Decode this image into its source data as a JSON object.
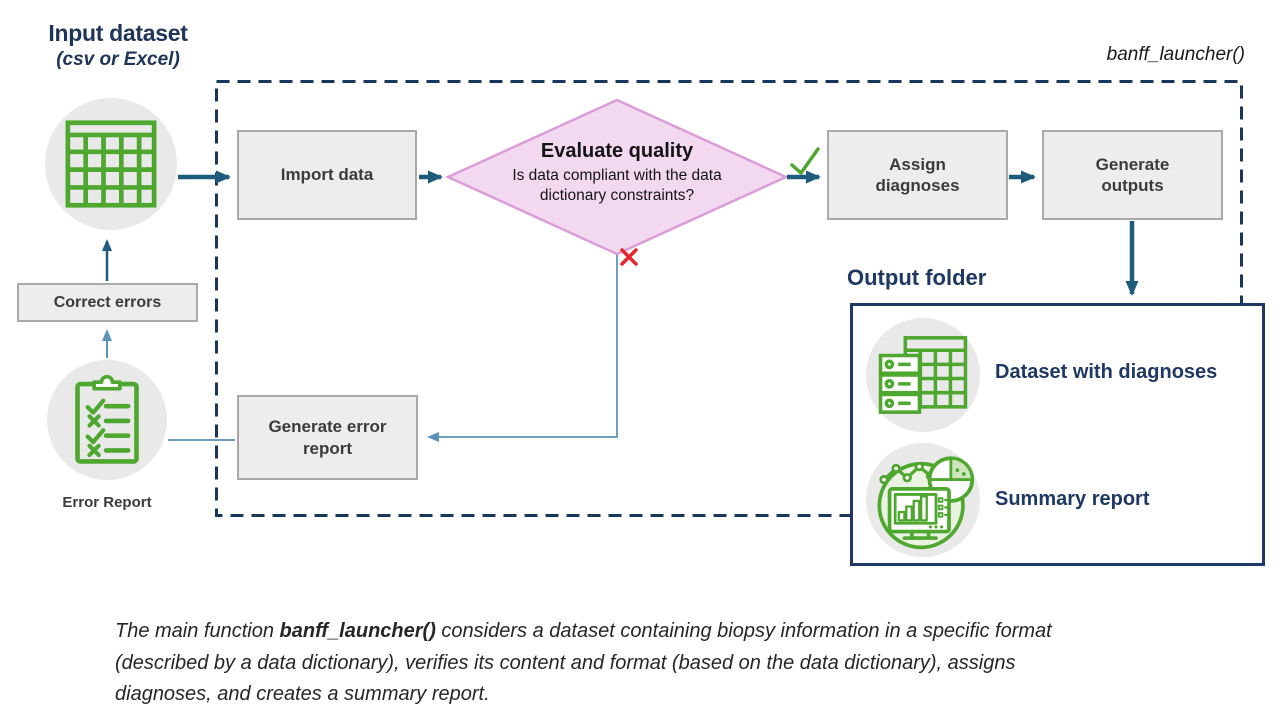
{
  "colors": {
    "navy": "#1f3864",
    "arrow_teal": "#1e5c7e",
    "arrow_steel": "#5b94b8",
    "icon_green": "#4EA72E",
    "cross_red": "#e8262d",
    "box_fill": "#ededed",
    "box_border": "#a9a9a9",
    "diamond_fill": "#f2d9f0",
    "diamond_border": "#db9cd7",
    "circle_fill": "#e9e9e9"
  },
  "input": {
    "title": "Input dataset",
    "subtitle": "(csv or Excel)",
    "icon": "spreadsheet-table-icon"
  },
  "function_label": "banff_launcher()",
  "flow": {
    "import": "Import data",
    "evaluate_title": "Evaluate quality",
    "evaluate_question": "Is data compliant with the data\ndictionary constraints?",
    "yes_mark": "check",
    "no_mark": "cross",
    "assign": "Assign\ndiagnoses",
    "generate_outputs": "Generate\noutputs",
    "generate_error_report": "Generate error\nreport",
    "correct_errors": "Correct errors",
    "error_report_label": "Error Report",
    "error_icon": "error-checklist-icon"
  },
  "output": {
    "title": "Output folder",
    "items": [
      {
        "icon": "dataset-with-diagnoses-icon",
        "label": "Dataset with diagnoses"
      },
      {
        "icon": "summary-report-icon",
        "label": "Summary report"
      }
    ]
  },
  "caption": {
    "prefix": "The main function ",
    "function": "banff_launcher()",
    "suffix": " considers a dataset containing biopsy information in a specific format (described by a data dictionary), verifies its content and format (based on the data dictionary), assigns diagnoses, and creates a summary report."
  }
}
